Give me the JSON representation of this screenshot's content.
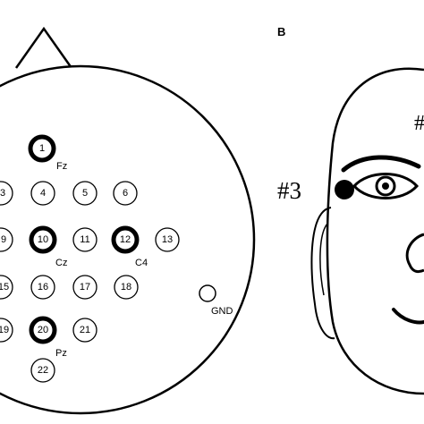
{
  "panel_b_label": "B",
  "gnd_label": "GND",
  "face_label": "#3",
  "top_right_label": "#",
  "electrodes": [
    {
      "num": "1",
      "name": "Fz",
      "bold": true
    },
    {
      "num": "3",
      "name": "",
      "bold": false
    },
    {
      "num": "4",
      "name": "",
      "bold": false
    },
    {
      "num": "5",
      "name": "",
      "bold": false
    },
    {
      "num": "6",
      "name": "",
      "bold": false
    },
    {
      "num": "9",
      "name": "",
      "bold": false
    },
    {
      "num": "10",
      "name": "Cz",
      "bold": true
    },
    {
      "num": "11",
      "name": "",
      "bold": false
    },
    {
      "num": "12",
      "name": "C4",
      "bold": true
    },
    {
      "num": "13",
      "name": "",
      "bold": false
    },
    {
      "num": "15",
      "name": "",
      "bold": false
    },
    {
      "num": "16",
      "name": "",
      "bold": false
    },
    {
      "num": "17",
      "name": "",
      "bold": false
    },
    {
      "num": "18",
      "name": "",
      "bold": false
    },
    {
      "num": "19",
      "name": "",
      "bold": false
    },
    {
      "num": "20",
      "name": "Pz",
      "bold": true
    },
    {
      "num": "21",
      "name": "",
      "bold": false
    },
    {
      "num": "22",
      "name": "",
      "bold": false
    }
  ]
}
